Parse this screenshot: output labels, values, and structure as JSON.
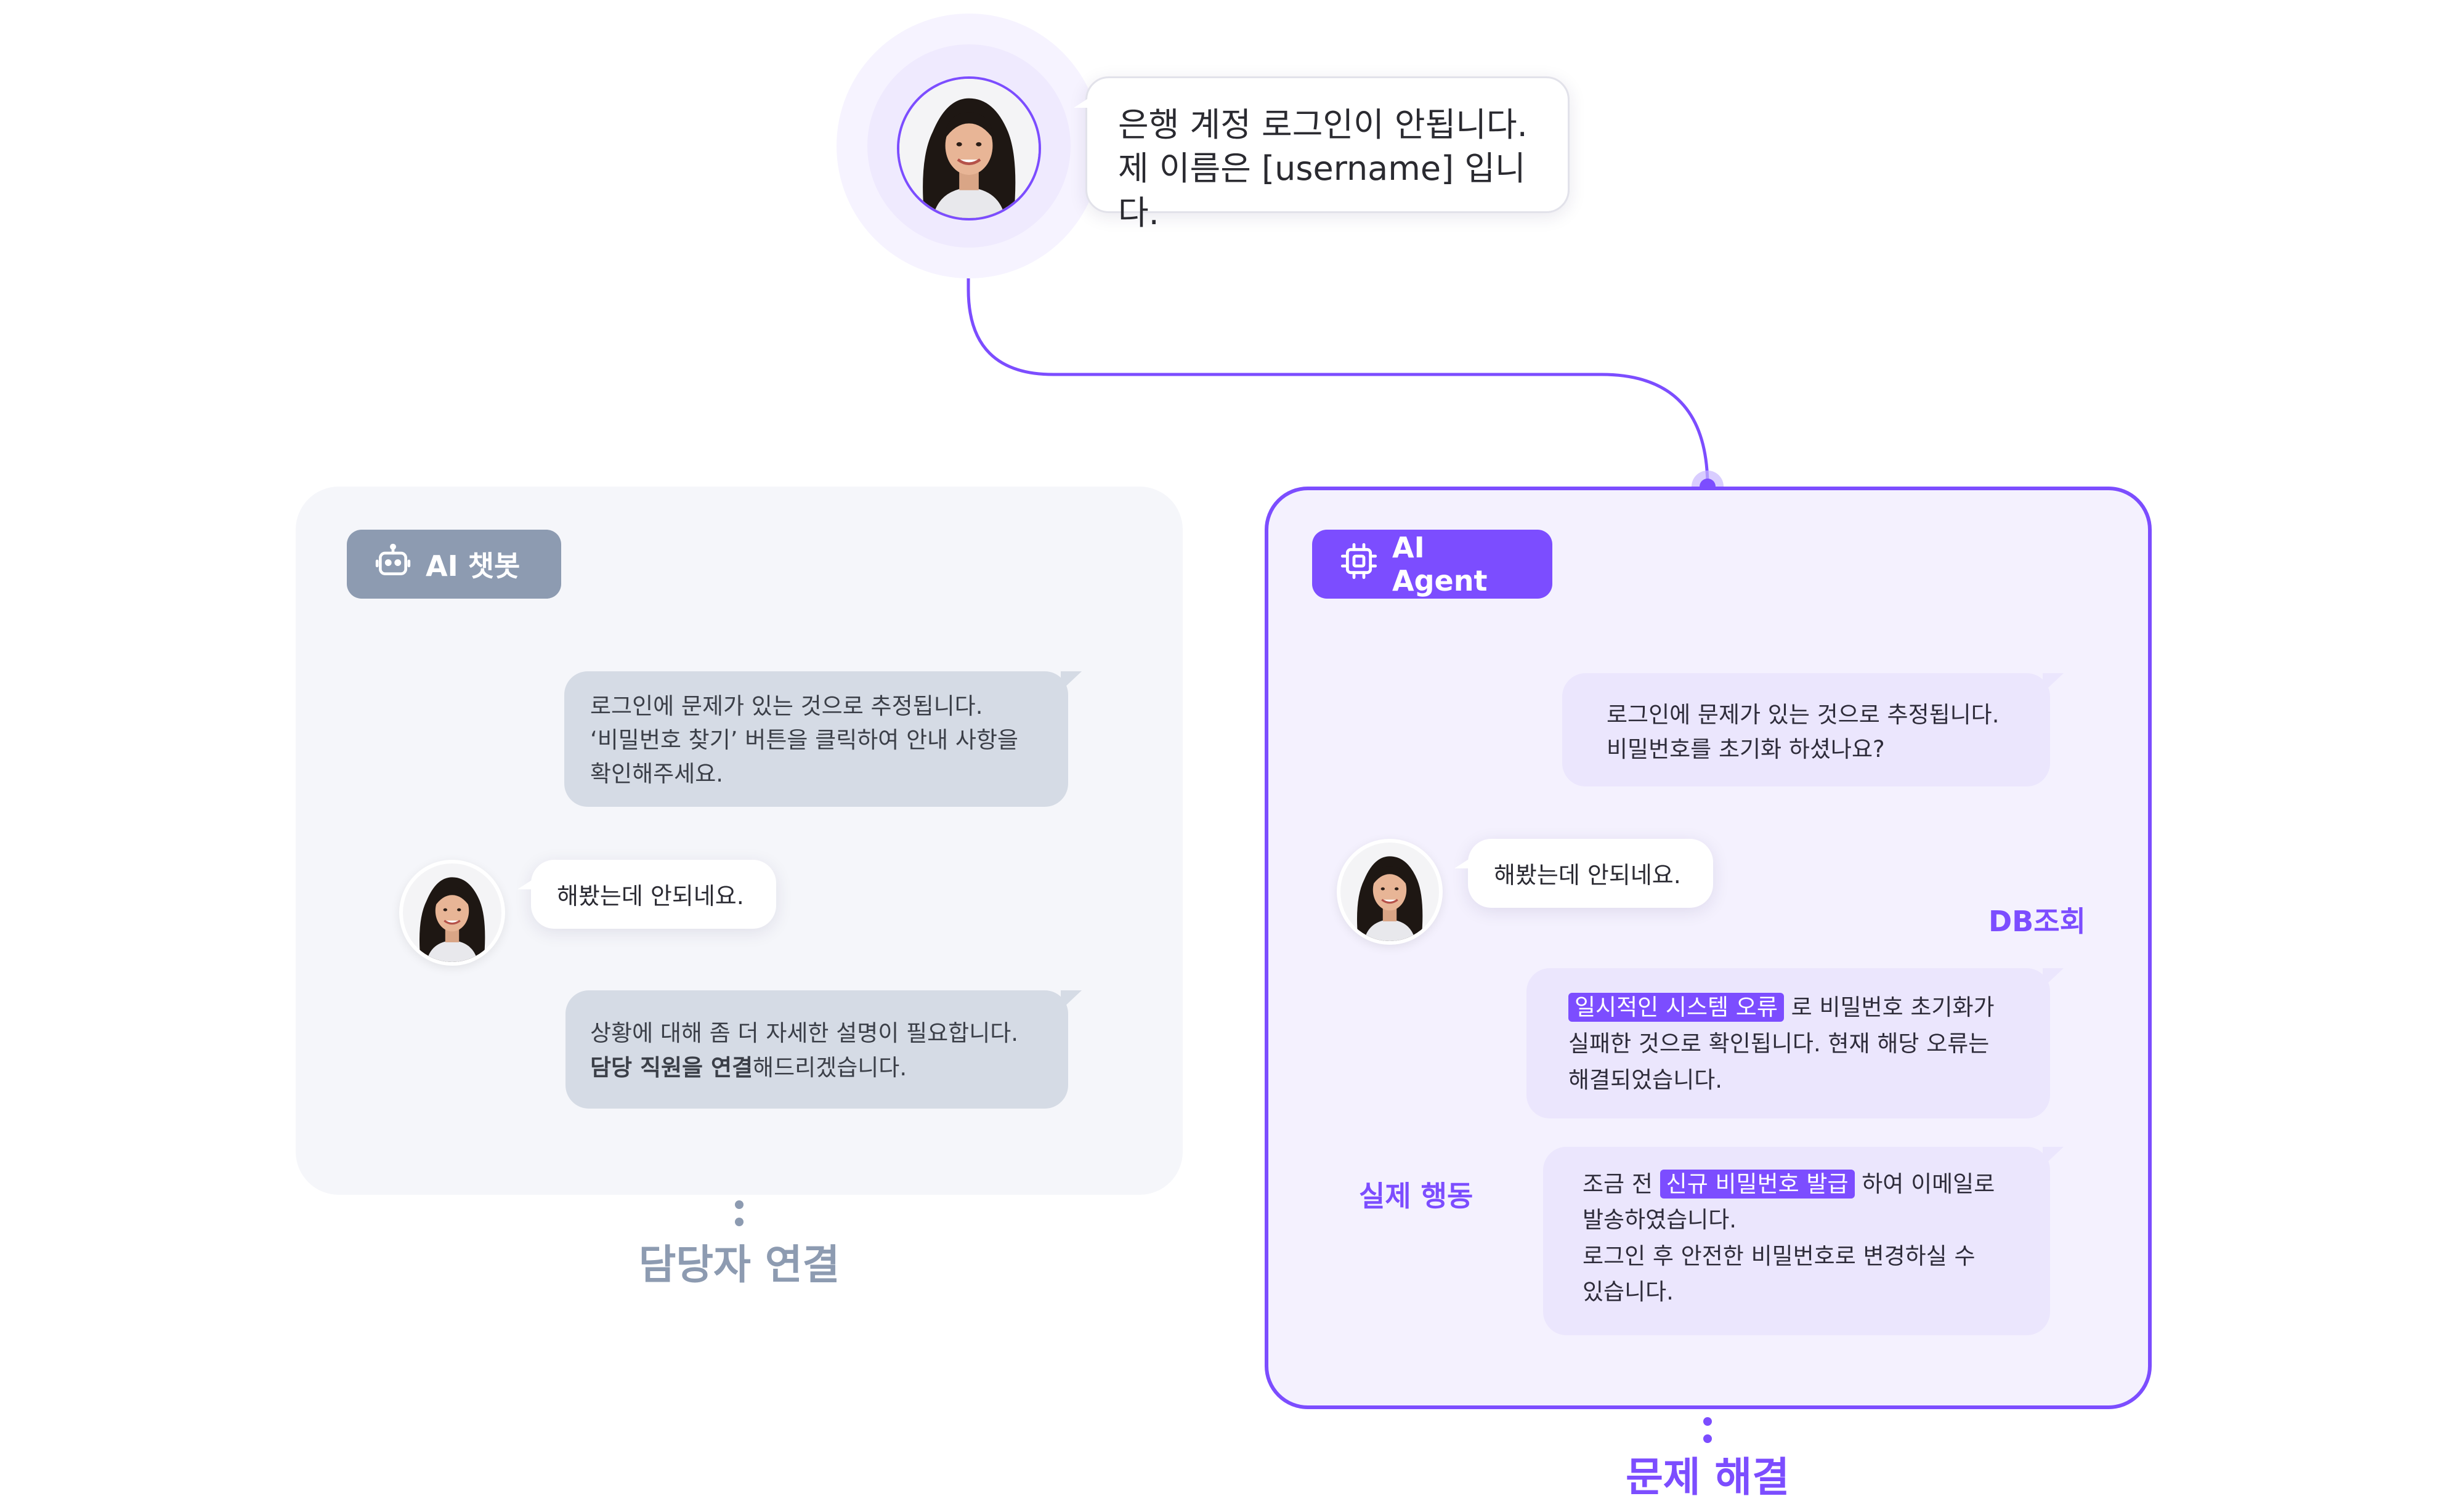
{
  "user": {
    "message_line1": "은행 계정 로그인이 안됩니다.",
    "message_line2": "제 이름은 [username] 입니다."
  },
  "chatbot": {
    "tag_label": "AI 챗봇",
    "bot_msg1_line1": "로그인에 문제가 있는 것으로 추정됩니다.",
    "bot_msg1_line2": "‘비밀번호 찾기’ 버튼을 클릭하여 안내 사항을",
    "bot_msg1_line3": "확인해주세요.",
    "user_reply": "해봤는데 안되네요.",
    "bot_msg2_line1": "상황에 대해 좀 더 자세한 설명이 필요합니다.",
    "bot_msg2_bold": "담당 직원을 연결",
    "bot_msg2_rest": "해드리겠습니다.",
    "caption": "담당자 연결"
  },
  "agent": {
    "tag_label": "AI Agent",
    "msg1_line1": "로그인에 문제가 있는 것으로 추정됩니다.",
    "msg1_line2": "비밀번호를 초기화 하셨나요?",
    "user_reply": "해봤는데 안되네요.",
    "callout_db": "DB조회",
    "msg2_highlight": "일시적인 시스템 오류",
    "msg2_rest1": " 로 비밀번호 초기화가",
    "msg2_line2": "실패한 것으로 확인됩니다. 현재 해당 오류는",
    "msg2_line3": "해결되었습니다.",
    "callout_action": "실제 행동",
    "msg3_pre": "조금 전 ",
    "msg3_highlight": "신규 비밀번호 발급",
    "msg3_rest1": " 하여 이메일로",
    "msg3_line2": "발송하였습니다.",
    "msg3_line3": "로그인 후 안전한 비밀번호로 변경하실 수",
    "msg3_line4": "있습니다.",
    "caption": "문제 해결"
  },
  "colors": {
    "accent": "#7c4dff",
    "bot_gray": "#8d9bb1",
    "bubble_gray": "#d5dbe5",
    "bubble_lavender": "#ebe6fd"
  },
  "icons": {
    "chatbot": "robot-icon",
    "agent": "chip-icon",
    "avatar": "user-avatar"
  }
}
